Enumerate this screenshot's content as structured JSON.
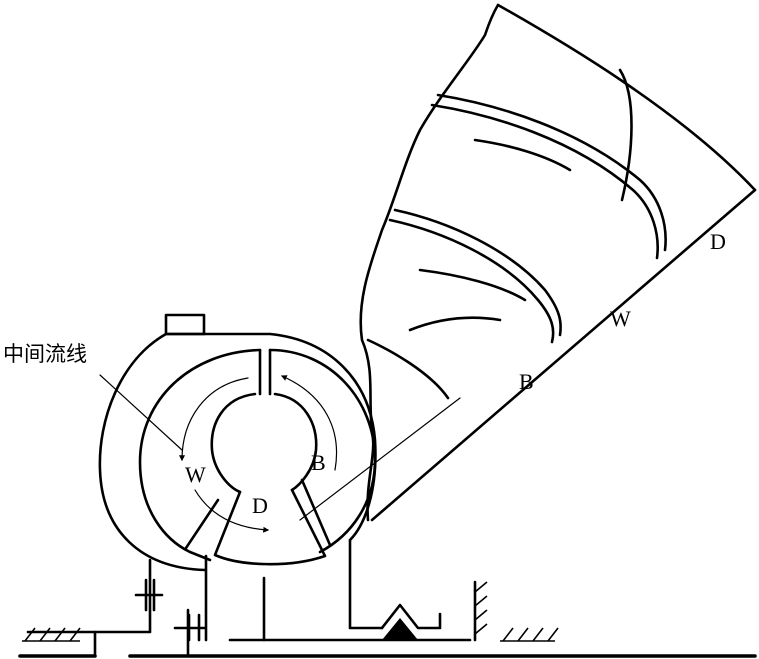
{
  "labels": {
    "center_streamline": "中间流线",
    "turbine_inner": "W",
    "pump_inner": "B",
    "guide_inner": "D",
    "section_D": "D",
    "section_W": "W",
    "section_B": "B"
  }
}
